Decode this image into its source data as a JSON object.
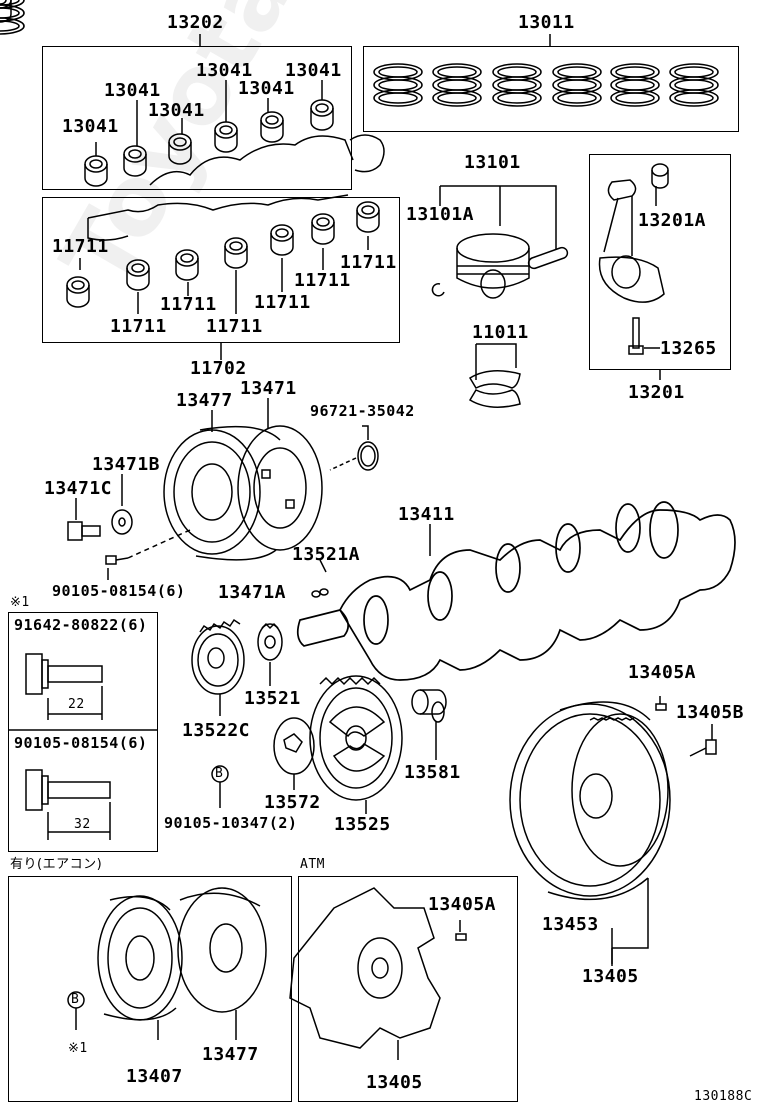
{
  "watermark": "ToyotaCarMine.ru",
  "diagram_code": "130188C",
  "labels": {
    "p13202": "13202",
    "p13011": "13011",
    "p13041a": "13041",
    "p13041b": "13041",
    "p13041c": "13041",
    "p13041d": "13041",
    "p13041e": "13041",
    "p13041f": "13041",
    "p13101": "13101",
    "p13101a": "13101A",
    "p13201a": "13201A",
    "p13265": "13265",
    "p13201": "13201",
    "p11711a": "11711",
    "p11711b": "11711",
    "p11711c": "11711",
    "p11711d": "11711",
    "p11711e": "11711",
    "p11711f": "11711",
    "p11711g": "11711",
    "p11702": "11702",
    "p11011": "11011",
    "p13477": "13477",
    "p13471": "13471",
    "p96721": "96721-35042",
    "p13471b": "13471B",
    "p13471c": "13471C",
    "p13411": "13411",
    "p13521a": "13521A",
    "p13471a": "13471A",
    "p90105a": "90105-08154(6)",
    "note1": "※1",
    "p91642": "91642-80822(6)",
    "dim22": "22",
    "p90105b": "90105-08154(6)",
    "dim32": "32",
    "p13522c": "13522C",
    "p13521": "13521",
    "p13572": "13572",
    "circB1": "B",
    "p90105c": "90105-10347(2)",
    "p13525": "13525",
    "p13581": "13581",
    "p13405a1": "13405A",
    "p13405b": "13405B",
    "p13453": "13453",
    "p13405x": "13405",
    "ac_note": "有り(エアコン)",
    "atm": "ATM",
    "circB2": "B",
    "note2": "※1",
    "p13407": "13407",
    "p13477b": "13477",
    "p13405a2": "13405A",
    "p13405y": "13405"
  }
}
